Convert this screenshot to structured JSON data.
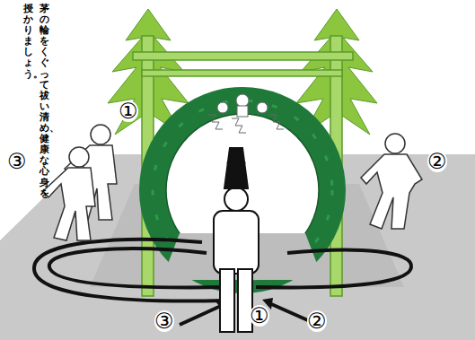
{
  "diagram": {
    "labels": [
      "茅の輪をくぐって祓い清め、健康な心身を",
      "授かりましょう。",
      "①",
      "③",
      "②",
      "①",
      "③",
      "②"
    ]
  }
}
